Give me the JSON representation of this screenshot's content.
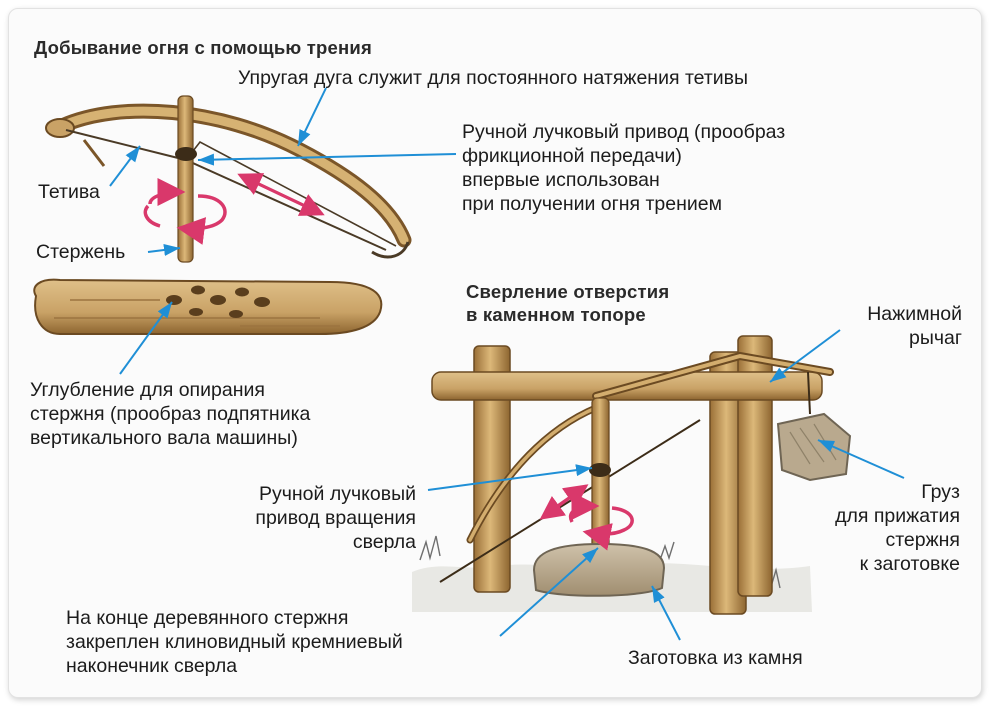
{
  "headings": {
    "fire_title": "Добывание огня с помощью трения",
    "drill_title_1": "Сверление отверстия",
    "drill_title_2": "в каменном топоре"
  },
  "labels": {
    "bow_arc": "Упругая дуга служит для постоянного натяжения тетивы",
    "bow_drive_1": "Ручной лучковый привод (прообраз",
    "bow_drive_2": "фрикционной передачи)",
    "bow_drive_3": "впервые использован",
    "bow_drive_4": "при получении огня трением",
    "string": "Тетива",
    "rod": "Стержень",
    "hollow_1": "Углубление для опирания",
    "hollow_2": "стержня (прообраз подпятника",
    "hollow_3": "вертикального вала машины)",
    "lever_1": "Нажимной",
    "lever_2": "рычаг",
    "drill_drive_1": "Ручной лучковый",
    "drill_drive_2": "привод вращения",
    "drill_drive_3": "сверла",
    "weight_1": "Груз",
    "weight_2": "для прижатия",
    "weight_3": "стержня",
    "weight_4": "к заготовке",
    "tip_1": "На конце деревянного стержня",
    "tip_2": "закреплен клиновидный кремниевый",
    "tip_3": "наконечник сверла",
    "blank": "Заготовка из камня"
  },
  "colors": {
    "pointer": "#1f8fd6",
    "motion_arrow": "#d9386b",
    "wood_light": "#d9b47a",
    "wood_dark": "#8a6433",
    "stone": "#b9a98e"
  }
}
